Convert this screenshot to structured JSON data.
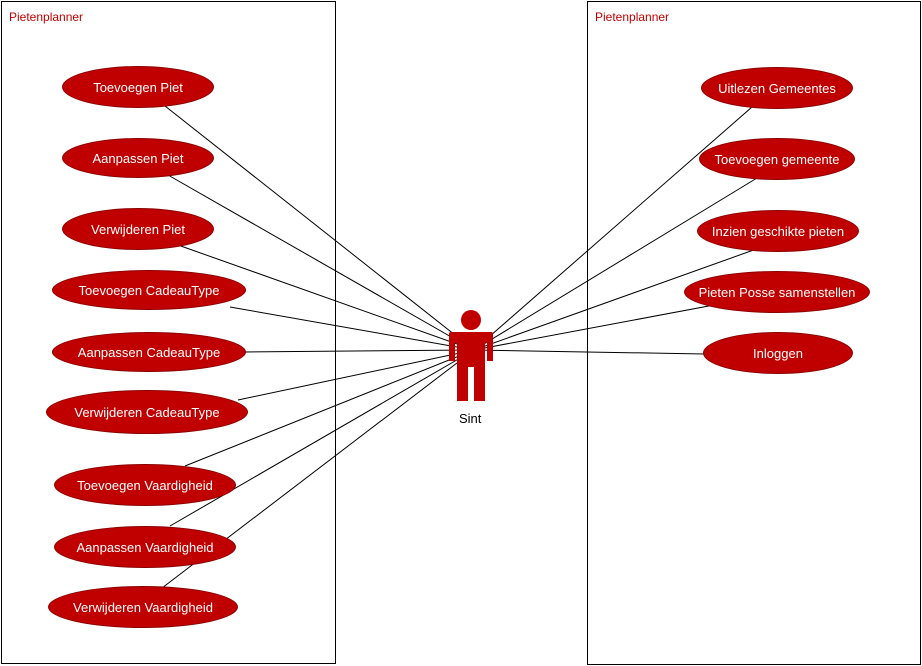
{
  "colors": {
    "accent": "#c00000",
    "usecase_fill": "#c00000",
    "usecase_border": "#8b0000",
    "line": "#000000",
    "text_on_accent": "#ffffff"
  },
  "left_system": {
    "title": "Pietenplanner",
    "use_cases": [
      "Toevoegen Piet",
      "Aanpassen Piet",
      "Verwijderen Piet",
      "Toevoegen CadeauType",
      "Aanpassen CadeauType",
      "Verwijderen CadeauType",
      "Toevoegen Vaardigheid",
      "Aanpassen Vaardigheid",
      "Verwijderen Vaardigheid"
    ]
  },
  "right_system": {
    "title": "Pietenplanner",
    "use_cases": [
      "Uitlezen Gemeentes",
      "Toevoegen gemeente",
      "Inzien geschikte pieten",
      "Pieten Posse samenstellen",
      "Inloggen"
    ]
  },
  "actor": {
    "label": "Sint",
    "icon": "actor-figure-icon"
  }
}
